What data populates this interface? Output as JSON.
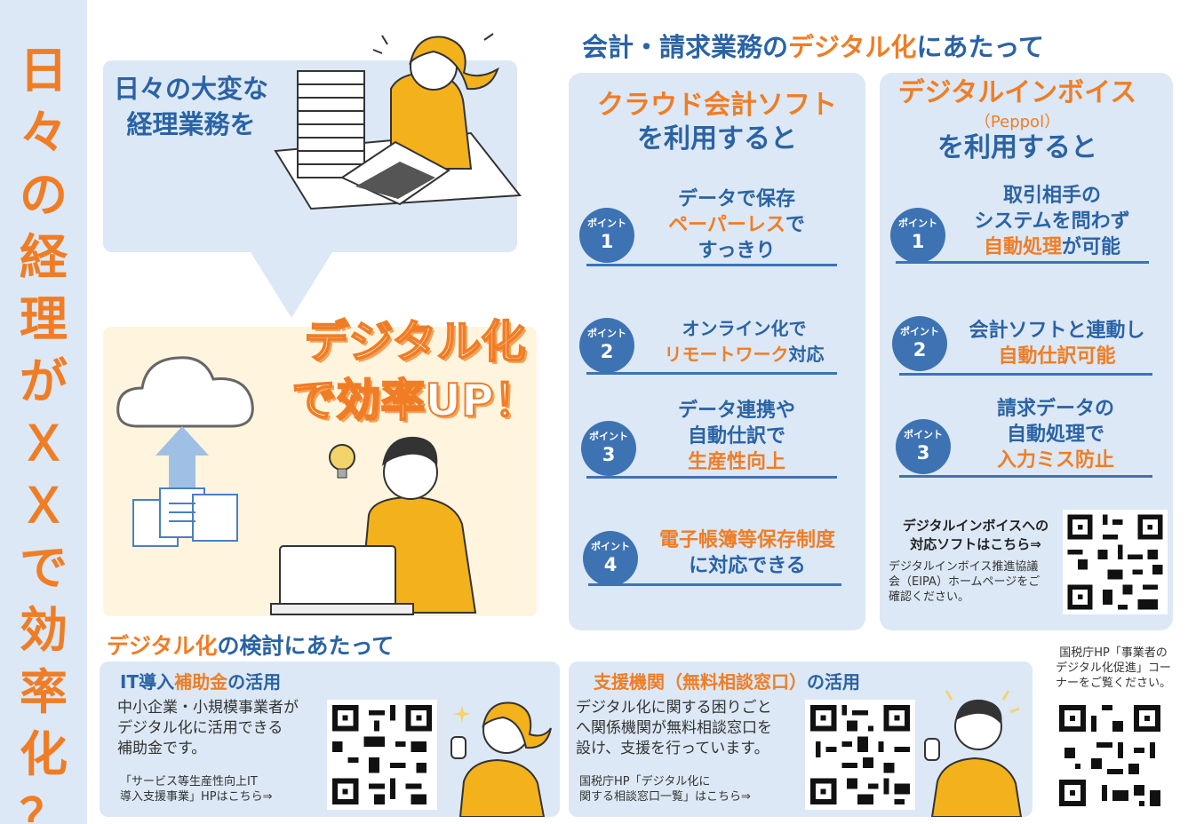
{
  "side_title": [
    "日",
    "々",
    "の",
    "経",
    "理",
    "が",
    "Ｘ",
    "Ｘ",
    "で",
    "効",
    "率",
    "化",
    "？"
  ],
  "bubble": {
    "line1": "日々の大変な",
    "line2": "経理業務を"
  },
  "slogan": {
    "line1": "デジタル化",
    "line2": "で効率UP！"
  },
  "main_heading": {
    "a": "会計・請求業務の",
    "b": "デジタル化",
    "c": "にあたって"
  },
  "cloud_panel": {
    "title1": "クラウド会計ソフト",
    "title2": "を利用すると",
    "badge_label": "ポイント",
    "points": [
      {
        "num": "1",
        "l1": "データで保存",
        "l2a": "ペーパーレス",
        "l2b": "で",
        "l3": "すっきり"
      },
      {
        "num": "2",
        "l1": "オンライン化で",
        "l2a": "リモートワーク",
        "l2b": "対応"
      },
      {
        "num": "3",
        "l1": "データ連携や",
        "l2": "自動仕訳で",
        "l3": "生産性向上"
      },
      {
        "num": "4",
        "l1": "電子帳簿等保存制度",
        "l2": "に対応できる"
      }
    ]
  },
  "invoice_panel": {
    "title1": "デジタルインボイス",
    "title2": "（Peppol）",
    "title3": "を利用すると",
    "badge_label": "ポイント",
    "points": [
      {
        "num": "1",
        "l1": "取引相手の",
        "l2": "システムを問わず",
        "l3a": "自動処理",
        "l3b": "が可能"
      },
      {
        "num": "2",
        "l1": "会計ソフトと連動し",
        "l2": "自動仕訳可能"
      },
      {
        "num": "3",
        "l1": "請求データの",
        "l2": "自動処理で",
        "l3": "入力ミス防止"
      }
    ],
    "link_bold1": "デジタルインボイスへの",
    "link_bold2": "対応ソフトはこちら⇒",
    "note1": "デジタルインボイス推進協議",
    "note2": "会（EIPA）ホームページをご",
    "note3": "確認ください。"
  },
  "consider_heading": {
    "a": "デジタル化",
    "b": "の検討にあたって"
  },
  "it_box": {
    "title_a": "IT導入",
    "title_b": "補助金",
    "title_c": "の活用",
    "text1": "中小企業・小規模事業者が",
    "text2": "デジタル化に活用できる",
    "text3": "補助金です。",
    "link1": "「サービス等生産性向上IT",
    "link2": "導入支援事業」HPはこちら⇒"
  },
  "support_box": {
    "title_a": "支援機関（無料相談窓口）",
    "title_b": "の活用",
    "text1": "デジタル化に関する困りごと",
    "text2": "へ関係機関が無料相談窓口を",
    "text3": "設け、支援を行っています。",
    "link1": "国税庁HP「デジタル化に",
    "link2": "関する相談窓口一覧」はこちら⇒"
  },
  "nta_note": {
    "l1": "国税庁HP「事業者の",
    "l2": "デジタル化促進」コー",
    "l3": "ナーをご覧ください。"
  },
  "colors": {
    "orange": "#f07d25",
    "blue": "#2a63a5",
    "panel": "#dce8f5",
    "badge": "#3d73b3",
    "cream": "#fff5df",
    "suit": "#f3b21b"
  }
}
